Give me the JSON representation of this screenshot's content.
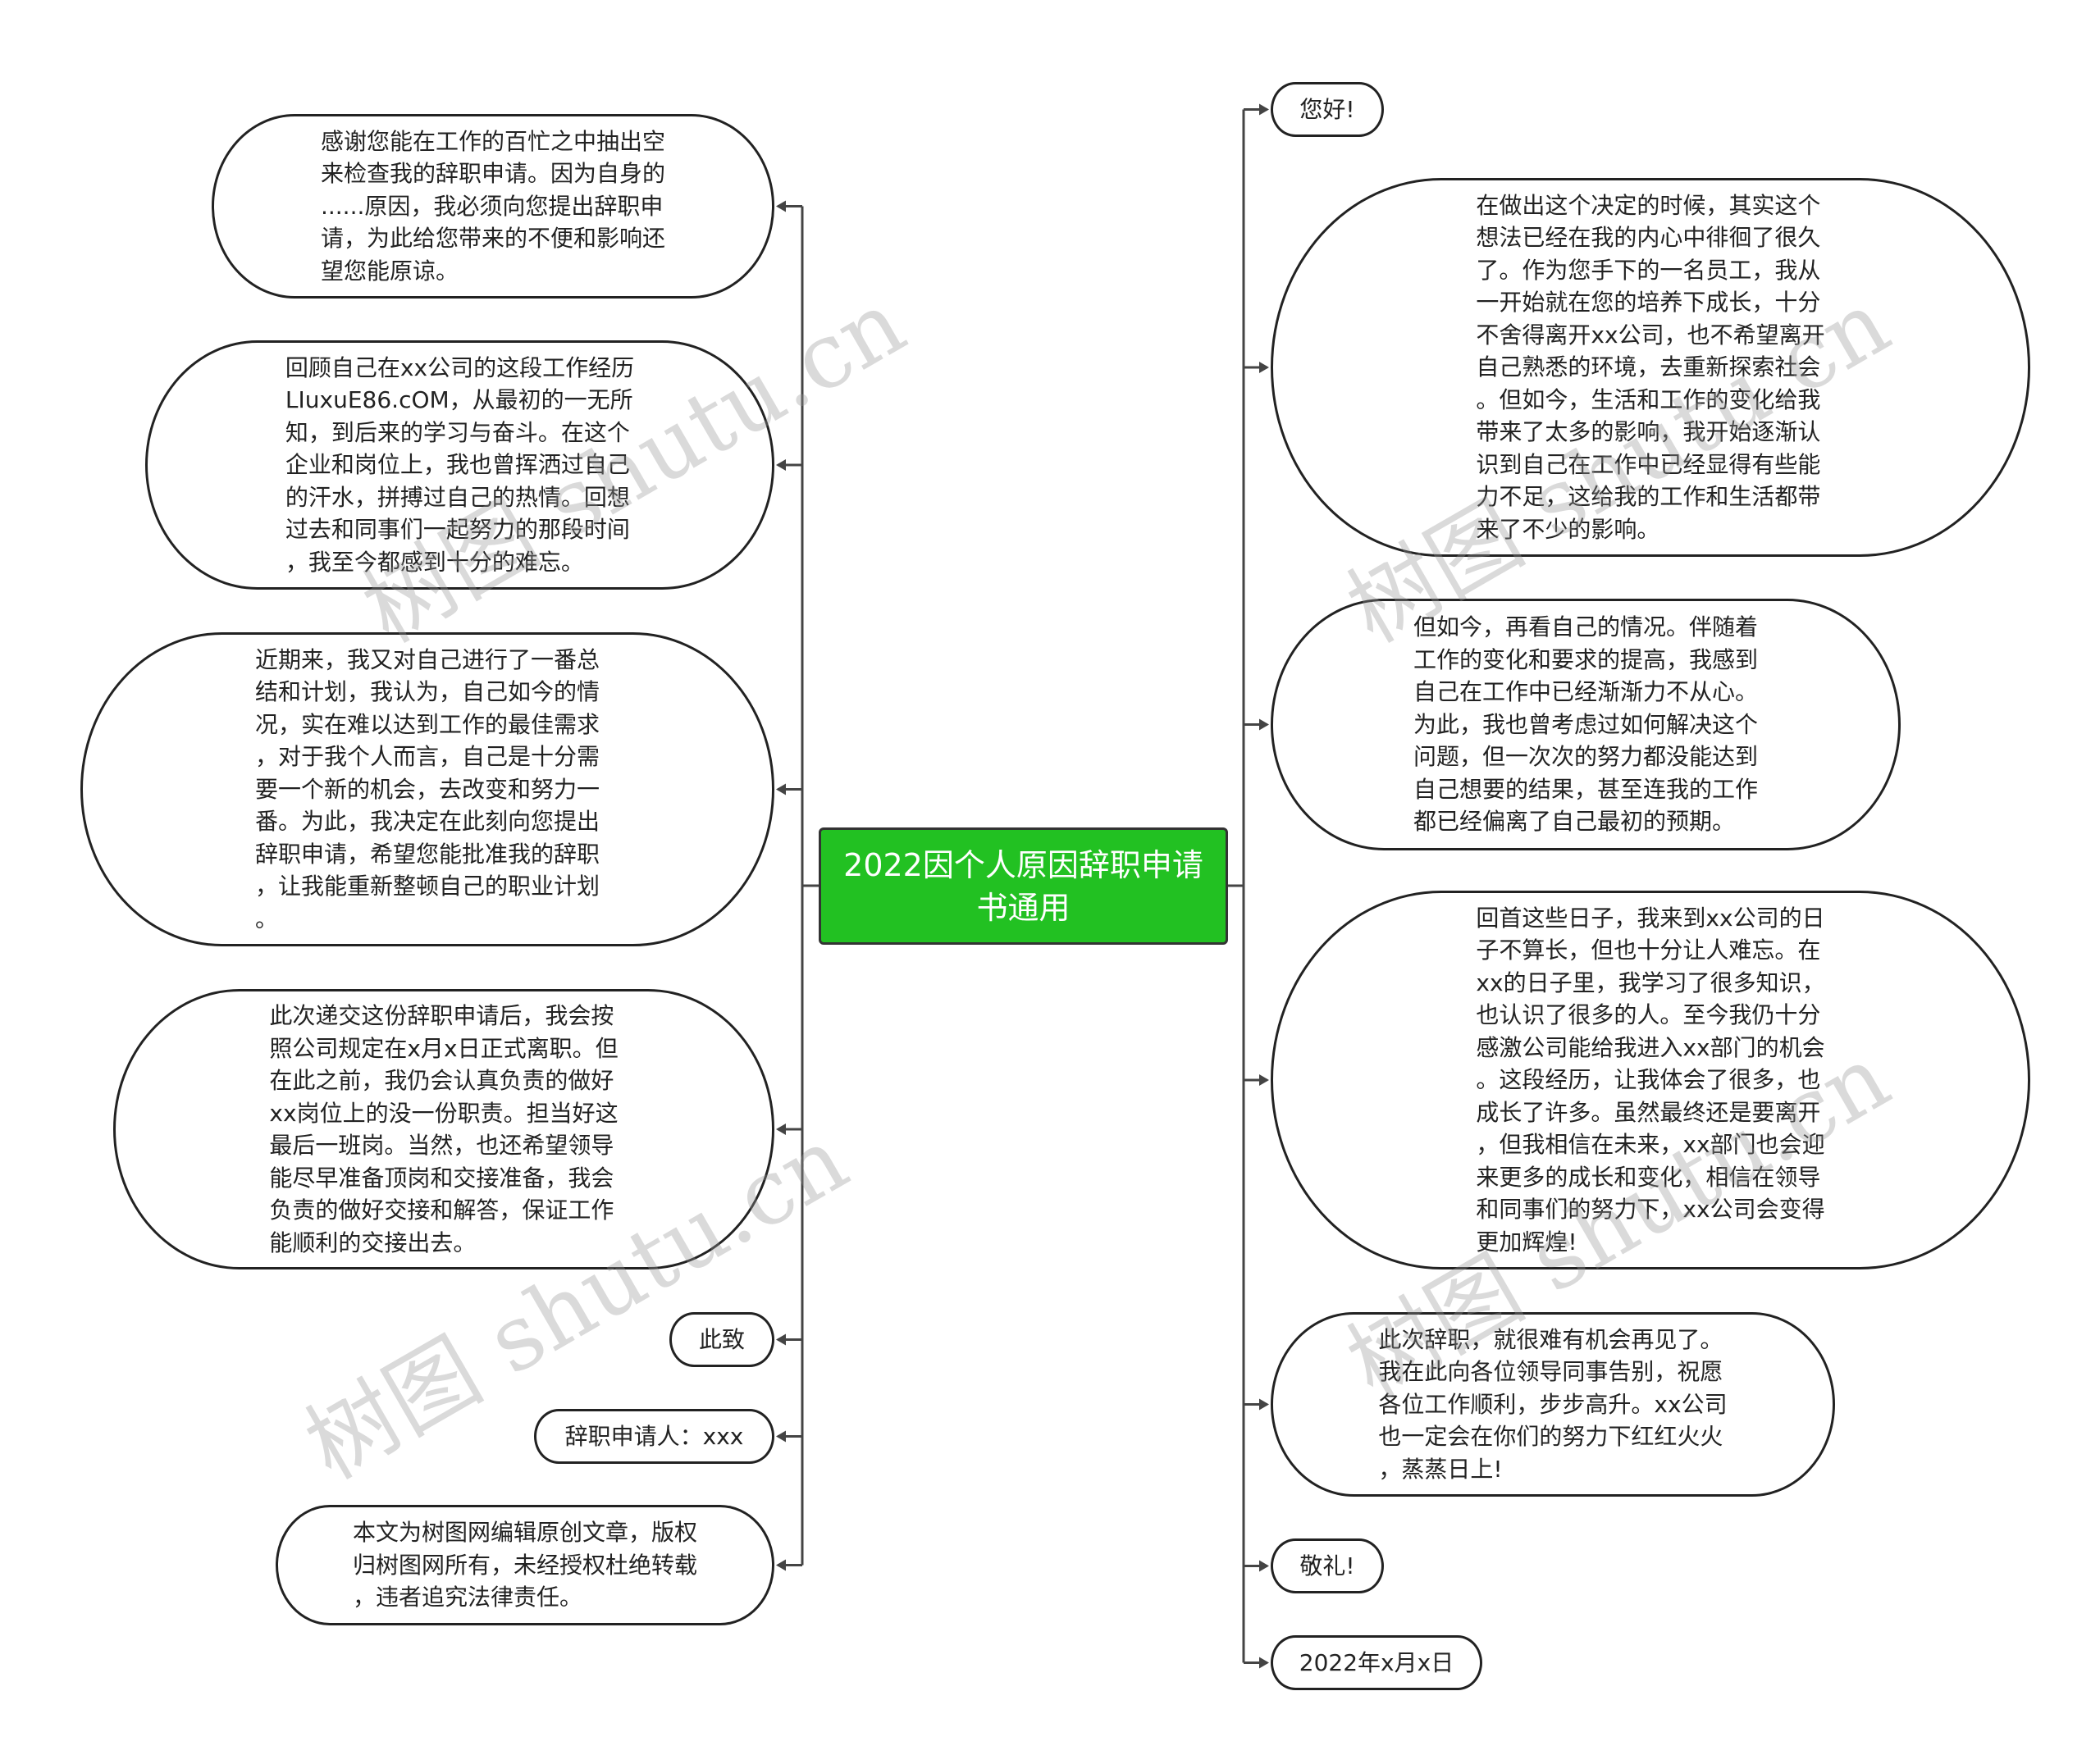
{
  "root": {
    "title": "2022因个人原因辞职申请\n书通用",
    "color": "#22c122"
  },
  "left_nodes": [
    {
      "text": "感谢您能在工作的百忙之中抽出空\n来检查我的辞职申请。因为自身的\n......原因，我必须向您提出辞职申\n请，为此给您带来的不便和影响还\n望您能原谅。"
    },
    {
      "text": "回顾自己在xx公司的这段工作经历\nLIuxuE86.cOM，从最初的一无所\n知，到后来的学习与奋斗。在这个\n企业和岗位上，我也曾挥洒过自己\n的汗水，拼搏过自己的热情。回想\n过去和同事们一起努力的那段时间\n，我至今都感到十分的难忘。"
    },
    {
      "text": "近期来，我又对自己进行了一番总\n结和计划，我认为，自己如今的情\n况，实在难以达到工作的最佳需求\n，对于我个人而言，自己是十分需\n要一个新的机会，去改变和努力一\n番。为此，我决定在此刻向您提出\n辞职申请，希望您能批准我的辞职\n，让我能重新整顿自己的职业计划\n。"
    },
    {
      "text": "此次递交这份辞职申请后，我会按\n照公司规定在x月x日正式离职。但\n在此之前，我仍会认真负责的做好\nxx岗位上的没一份职责。担当好这\n最后一班岗。当然，也还希望领导\n能尽早准备顶岗和交接准备，我会\n负责的做好交接和解答，保证工作\n能顺利的交接出去。"
    },
    {
      "text": "此致"
    },
    {
      "text": "辞职申请人：xxx"
    },
    {
      "text": "本文为树图网编辑原创文章，版权\n归树图网所有，未经授权杜绝转载\n，违者追究法律责任。"
    }
  ],
  "right_nodes": [
    {
      "text": "您好!"
    },
    {
      "text": "在做出这个决定的时候，其实这个\n想法已经在我的内心中徘徊了很久\n了。作为您手下的一名员工，我从\n一开始就在您的培养下成长，十分\n不舍得离开xx公司，也不希望离开\n自己熟悉的环境，去重新探索社会\n。但如今，生活和工作的变化给我\n带来了太多的影响，我开始逐渐认\n识到自己在工作中已经显得有些能\n力不足，这给我的工作和生活都带\n来了不少的影响。"
    },
    {
      "text": "但如今，再看自己的情况。伴随着\n工作的变化和要求的提高，我感到\n自己在工作中已经渐渐力不从心。\n为此，我也曾考虑过如何解决这个\n问题，但一次次的努力都没能达到\n自己想要的结果，甚至连我的工作\n都已经偏离了自己最初的预期。"
    },
    {
      "text": "回首这些日子，我来到xx公司的日\n子不算长，但也十分让人难忘。在\nxx的日子里，我学习了很多知识，\n也认识了很多的人。至今我仍十分\n感激公司能给我进入xx部门的机会\n。这段经历，让我体会了很多，也\n成长了许多。虽然最终还是要离开\n，但我相信在未来，xx部门也会迎\n来更多的成长和变化，相信在领导\n和同事们的努力下，xx公司会变得\n更加辉煌!"
    },
    {
      "text": "此次辞职，就很难有机会再见了。\n我在此向各位领导同事告别，祝愿\n各位工作顺利，步步高升。xx公司\n也一定会在你们的努力下红红火火\n，蒸蒸日上!"
    },
    {
      "text": "敬礼!"
    },
    {
      "text": "2022年x月x日"
    }
  ],
  "watermark": "树图 shutu.cn"
}
